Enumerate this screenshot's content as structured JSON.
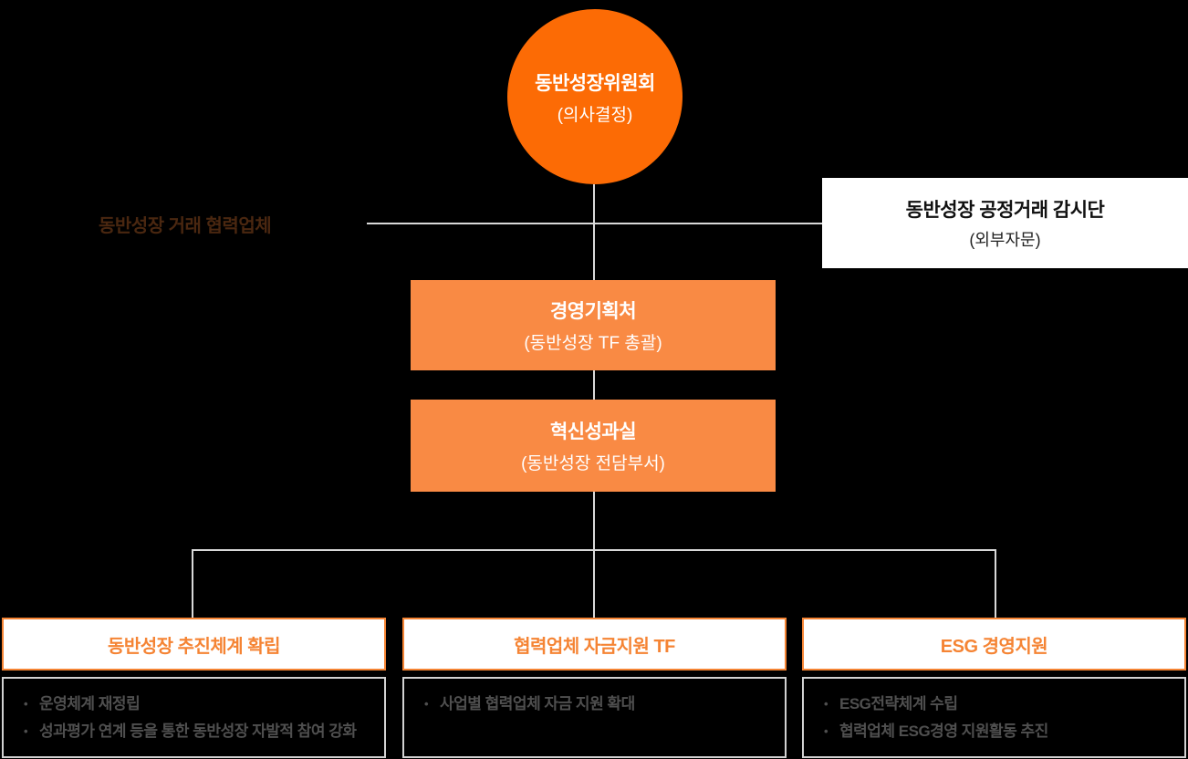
{
  "colors": {
    "circle-orange": "#FC6B05",
    "box-orange": "#F98A44",
    "accent-orange": "#F58434",
    "line-gray": "#D9D9D9",
    "bullet-border": "#D2D2D2",
    "bullet-text": "#4F4F4F",
    "label-brown": "#4A2710",
    "bg": "#000000"
  },
  "top_circle": {
    "title": "동반성장위원회",
    "subtitle": "(의사결정)"
  },
  "left_label": {
    "text": "동반성장 거래 협력업체"
  },
  "advisory_box": {
    "title": "동반성장 공정거래 감시단",
    "subtitle": "(외부자문)"
  },
  "middle_boxes": [
    {
      "title": "경영기획처",
      "subtitle": "(동반성장 TF 총괄)"
    },
    {
      "title": "혁신성과실",
      "subtitle": "(동반성장 전담부서)"
    }
  ],
  "branches": [
    {
      "header": "동반성장 추진체계 확립",
      "items": [
        "운영체계 재정립",
        "성과평가 연계 등을 통한 동반성장 자발적 참여 강화"
      ]
    },
    {
      "header": "협력업체 자금지원 TF",
      "items": [
        "사업별 협력업체 자금 지원 확대"
      ]
    },
    {
      "header": "ESG 경영지원",
      "items": [
        "ESG전략체계 수립",
        "협력업체 ESG경영 지원활동 추진"
      ]
    }
  ]
}
